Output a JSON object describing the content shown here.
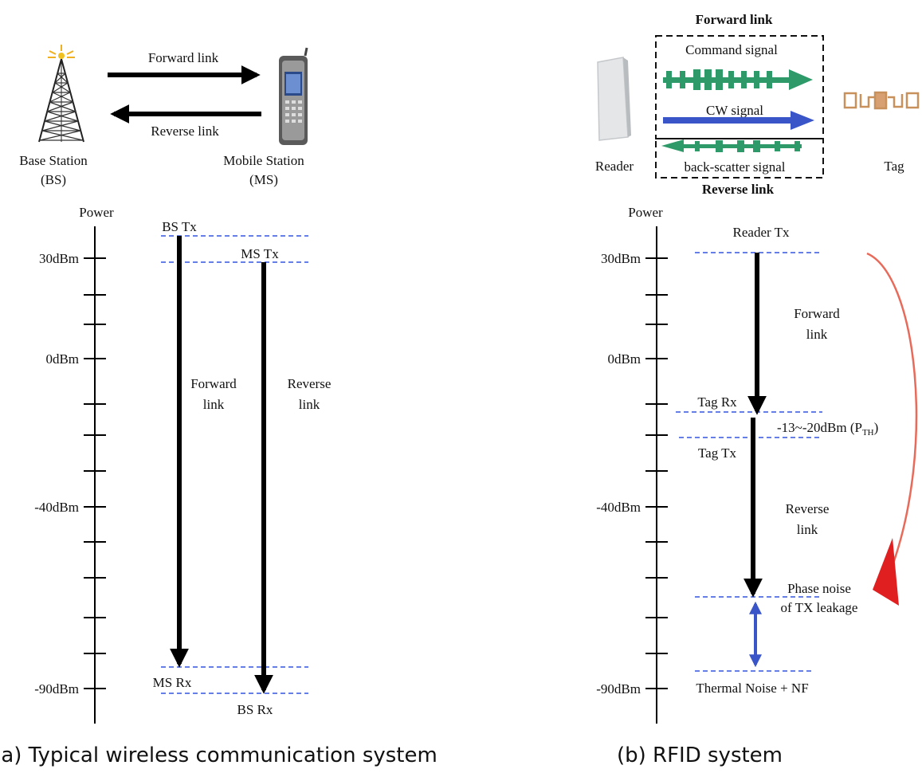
{
  "panel_a": {
    "top": {
      "forward_link": "Forward link",
      "reverse_link": "Reverse link",
      "bs_name": "Base Station",
      "bs_abbr": "(BS)",
      "ms_name": "Mobile Station",
      "ms_abbr": "(MS)"
    },
    "axis": {
      "title": "Power",
      "ticks": [
        "30dBm",
        "0dBm",
        "-40dBm",
        "-90dBm"
      ]
    },
    "labels": {
      "bs_tx": "BS Tx",
      "ms_tx": "MS Tx",
      "forward_1": "Forward",
      "forward_2": "link",
      "reverse_1": "Reverse",
      "reverse_2": "link",
      "ms_rx": "MS Rx",
      "bs_rx": "BS Rx"
    },
    "caption": "(a) Typical wireless communication system"
  },
  "panel_b": {
    "top": {
      "forward_link": "Forward link",
      "command_signal": "Command signal",
      "cw_signal": "CW signal",
      "backscatter_signal": "back-scatter signal",
      "reverse_link": "Reverse link",
      "reader": "Reader",
      "tag": "Tag"
    },
    "axis": {
      "title": "Power",
      "ticks": [
        "30dBm",
        "0dBm",
        "-40dBm",
        "-90dBm"
      ]
    },
    "labels": {
      "reader_tx": "Reader Tx",
      "forward_1": "Forward",
      "forward_2": "link",
      "tag_rx": "Tag Rx",
      "pth_prefix": "-13~-20dBm (P",
      "pth_sub": "TH",
      "pth_suffix": ")",
      "tag_tx": "Tag Tx",
      "reverse_1": "Reverse",
      "reverse_2": "link",
      "phase_1": "Phase noise",
      "phase_2": "of TX leakage",
      "thermal": "Thermal Noise + NF"
    },
    "caption": "(b) RFID system"
  },
  "colors": {
    "dashed_line": "#3355dd",
    "green_signal": "#2e9a6a",
    "blue_signal": "#3a55c8",
    "red_arrow": "#e02020",
    "red_curve": "#e86a5a"
  }
}
